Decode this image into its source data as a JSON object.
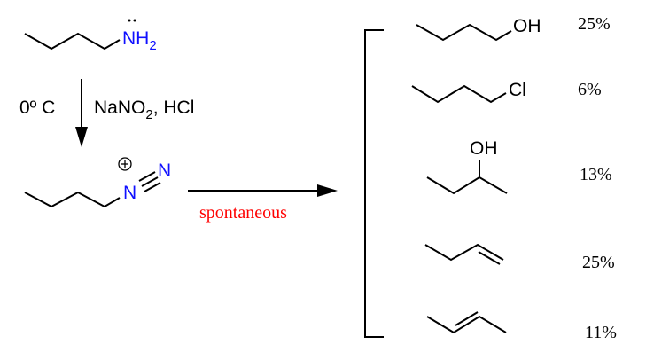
{
  "reactant": {
    "amine_label": "NH",
    "amine_sub": "2"
  },
  "conditions": {
    "temperature": "0º C",
    "reagent_prefix": "NaNO",
    "reagent_sub": "2",
    "reagent_suffix": ", HCl"
  },
  "intermediate": {
    "n1": "N",
    "n2": "N",
    "charge": "+"
  },
  "arrow_label": "spontaneous",
  "products": [
    {
      "group": "OH",
      "yield": "25%"
    },
    {
      "group": "Cl",
      "yield": "6%"
    },
    {
      "group": "OH",
      "yield": "13%"
    },
    {
      "group": "",
      "yield": "25%"
    },
    {
      "group": "",
      "yield": "11%"
    }
  ],
  "colors": {
    "heteroatom": "#1010ff",
    "label": "#ff0000",
    "line": "#000000"
  }
}
